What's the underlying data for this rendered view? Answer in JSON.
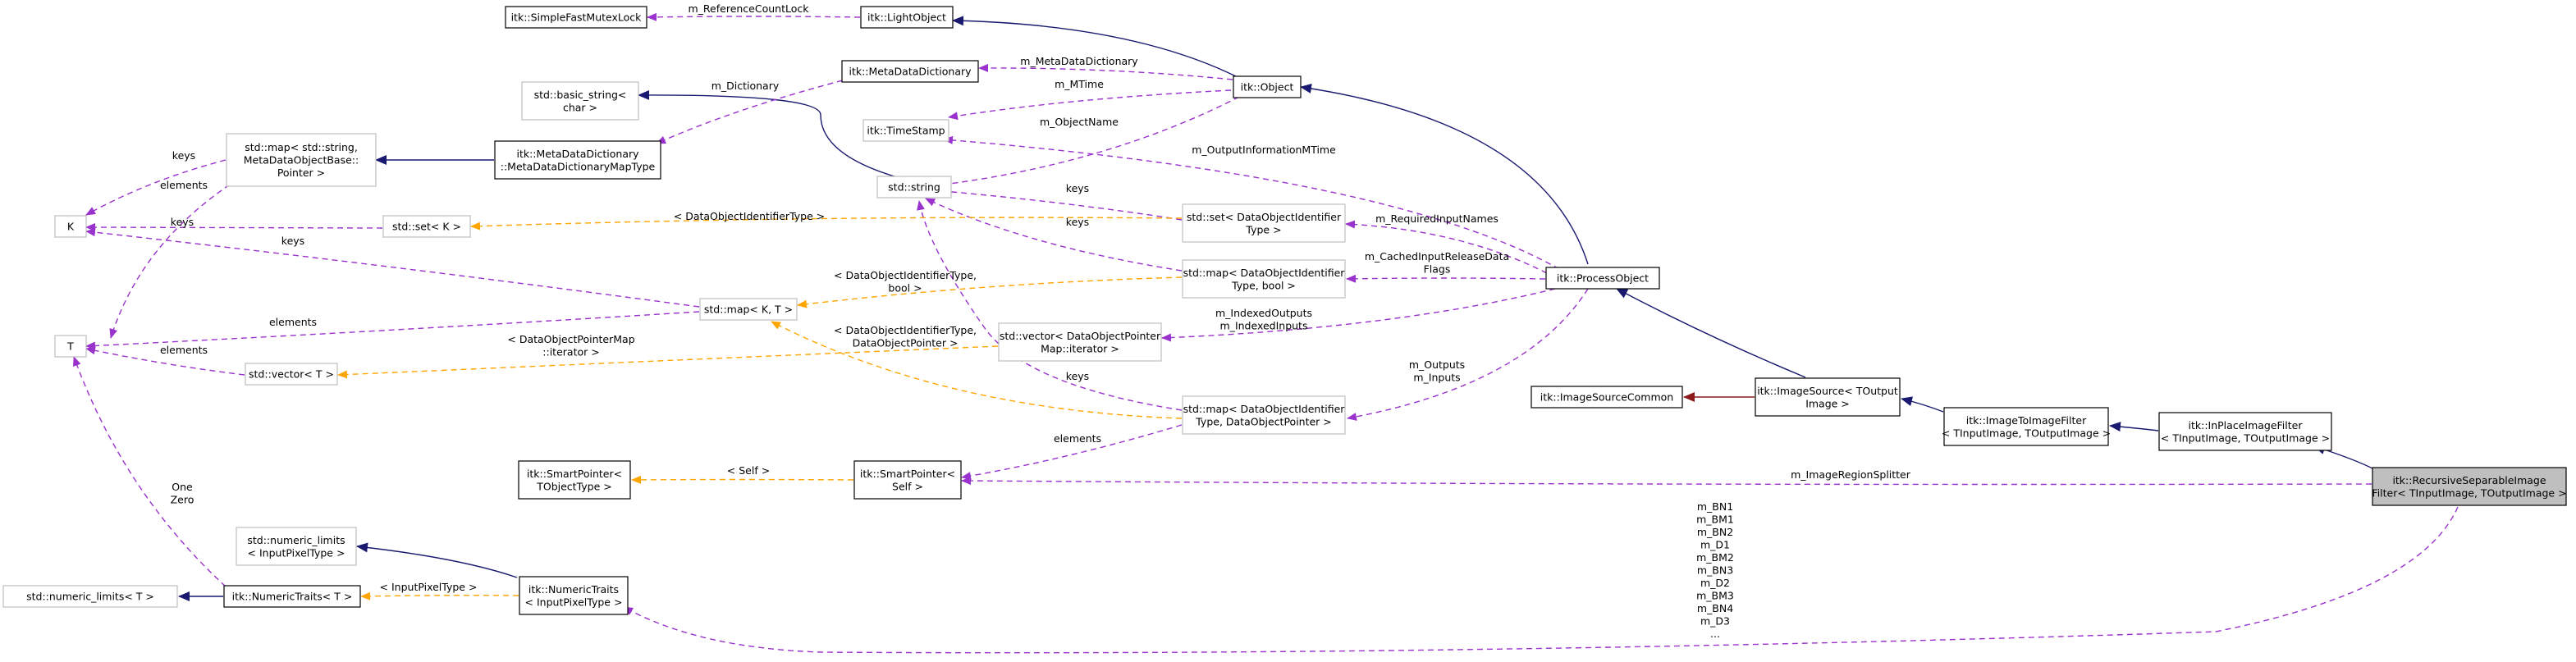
{
  "diagram": {
    "nodes": {
      "simpleFastMutexLock": [
        "itk::SimpleFastMutexLock"
      ],
      "lightObject": [
        "itk::LightObject"
      ],
      "metaDataDictionary": [
        "itk::MetaDataDictionary"
      ],
      "object": [
        "itk::Object"
      ],
      "basicString": [
        "std::basic_string<",
        "char >"
      ],
      "timeStamp": [
        "itk::TimeStamp"
      ],
      "mapStringMeta": [
        "std::map< std::string,",
        "MetaDataObjectBase::",
        "Pointer >"
      ],
      "mddMapType": [
        "itk::MetaDataDictionary",
        "::MetaDataDictionaryMapType"
      ],
      "K": [
        "K"
      ],
      "stdString": [
        "std::string"
      ],
      "setK": [
        "std::set< K >"
      ],
      "setDOIT": [
        "std::set< DataObjectIdentifier",
        "Type >"
      ],
      "processObject": [
        "itk::ProcessObject"
      ],
      "mapDOITBool": [
        "std::map< DataObjectIdentifier",
        "Type, bool >"
      ],
      "mapKT": [
        "std::map< K, T >"
      ],
      "T": [
        "T"
      ],
      "vectorDOPM": [
        "std::vector< DataObjectPointer",
        "Map::iterator >"
      ],
      "vectorT": [
        "std::vector< T >"
      ],
      "imageSourceCommon": [
        "itk::ImageSourceCommon"
      ],
      "imageSource": [
        "itk::ImageSource< TOutput",
        "Image >"
      ],
      "mapDOITDOP": [
        "std::map< DataObjectIdentifier",
        "Type, DataObjectPointer >"
      ],
      "imageToImageFilter": [
        "itk::ImageToImageFilter",
        "< TInputImage, TOutputImage >"
      ],
      "inPlaceImageFilter": [
        "itk::InPlaceImageFilter",
        "< TInputImage, TOutputImage >"
      ],
      "smartPointerTObj": [
        "itk::SmartPointer<",
        "TObjectType >"
      ],
      "smartPointerSelf": [
        "itk::SmartPointer<",
        "Self >"
      ],
      "recursiveFilter": [
        "itk::RecursiveSeparableImage",
        "Filter< TInputImage, TOutputImage >"
      ],
      "numericLimitsInput": [
        "std::numeric_limits",
        "< InputPixelType >"
      ],
      "numericLimitsT": [
        "std::numeric_limits< T >"
      ],
      "numericTraitsT": [
        "itk::NumericTraits< T >"
      ],
      "numericTraitsInput": [
        "itk::NumericTraits",
        "< InputPixelType >"
      ]
    },
    "edge_labels": {
      "referenceCountLock": [
        "m_ReferenceCountLock"
      ],
      "metaDataDictionary": [
        "m_MetaDataDictionary"
      ],
      "mTime": [
        "m_MTime"
      ],
      "dictionary": [
        "m_Dictionary"
      ],
      "objectName": [
        "m_ObjectName"
      ],
      "outputInformationMTime": [
        "m_OutputInformationMTime"
      ],
      "keysMapStringMeta": [
        "keys"
      ],
      "elementsMapStringMeta": [
        "elements"
      ],
      "keysSetK": [
        "keys"
      ],
      "doitSetK": [
        "< DataObjectIdentifierType >"
      ],
      "keysStringSet": [
        "keys"
      ],
      "keysStringMapBool": [
        "keys"
      ],
      "requiredInputNames": [
        "m_RequiredInputNames"
      ],
      "cachedInputReleaseDataFlags": [
        "m_CachedInputReleaseData",
        "Flags"
      ],
      "keysMapKT": [
        "keys"
      ],
      "doitBool": [
        "< DataObjectIdentifierType,",
        "bool >"
      ],
      "elementsMapKT": [
        "elements"
      ],
      "indexedOutputs": [
        "m_IndexedOutputs",
        "m_IndexedInputs"
      ],
      "elementsVectorT": [
        "elements"
      ],
      "dopmIterator": [
        "< DataObjectPointerMap",
        "::iterator >"
      ],
      "doitDop": [
        "< DataObjectIdentifierType,",
        "DataObjectPointer >"
      ],
      "keysStringMapDop": [
        "keys"
      ],
      "outputsInputs": [
        "m_Outputs",
        "m_Inputs"
      ],
      "elementsSmartPointer": [
        "elements"
      ],
      "self": [
        "< Self >"
      ],
      "imageRegionSplitter": [
        "m_ImageRegionSplitter"
      ],
      "oneZero": [
        "One",
        "Zero"
      ],
      "inputPixelType": [
        "< InputPixelType >"
      ],
      "bnBmList": [
        "m_BN1",
        "m_BM1",
        "m_BN2",
        "m_D1",
        "m_BM2",
        "m_BN3",
        "m_D2",
        "m_BM3",
        "m_BN4",
        "m_D3",
        "..."
      ]
    }
  }
}
